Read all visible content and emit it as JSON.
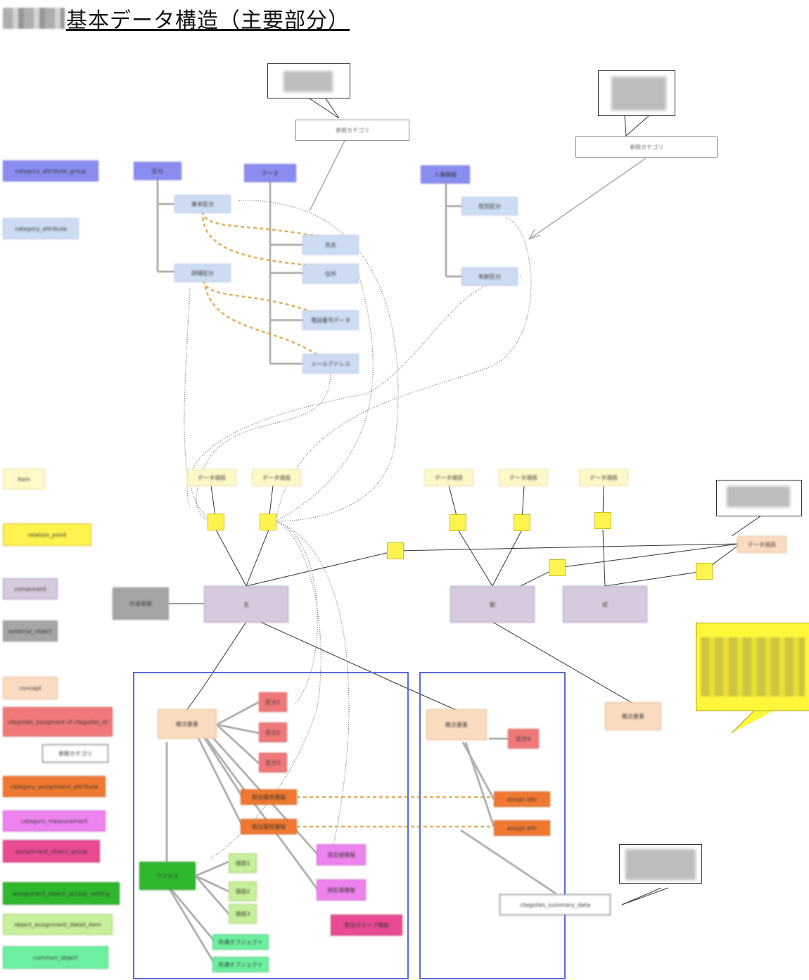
{
  "title": "基本データ構造（主要部分）",
  "colors": {
    "blue": "#8a8cf0",
    "light_blue": "#cddcf2",
    "light_yellow": "#fff9c8",
    "yellow": "#fff350",
    "purple": "#d6cade",
    "gray": "#a5a5a5",
    "peach": "#fcdcc0",
    "red": "#f07878",
    "orange": "#f07830",
    "violet": "#ee82ee",
    "pink": "#ea4a92",
    "green": "#2eb82e",
    "light_green": "#c8f09a",
    "mint": "#6cf0a0",
    "frame": "#5a68e0",
    "sticky": "#fff73a"
  },
  "legend": [
    {
      "label": "category_attribute_group",
      "color": "blue"
    },
    {
      "label": "category_attribute",
      "color": "light_blue"
    },
    {
      "label": "item",
      "color": "light_yellow"
    },
    {
      "label": "relation_point",
      "color": "yellow"
    },
    {
      "label": "component",
      "color": "purple"
    },
    {
      "label": "external_object",
      "color": "gray"
    },
    {
      "label": "concept",
      "color": "peach"
    },
    {
      "label": "ctegolies_assigment of ctegolies_id",
      "color": "red"
    },
    {
      "label": "category_assignment_attribute",
      "color": "orange"
    },
    {
      "label": "category_measurement",
      "color": "violet"
    },
    {
      "label": "assignment_object_group",
      "color": "pink"
    },
    {
      "label": "assignment_object_access_setting",
      "color": "green"
    },
    {
      "label": "object_assignment_detail_item",
      "color": "light_green"
    },
    {
      "label": "common_object",
      "color": "mint"
    }
  ],
  "legend_note": "参照カテゴリ",
  "diagram": {
    "groups": [
      "区分",
      "データ",
      "人事情報"
    ],
    "category_attributes": [
      "基本区分",
      "詳細区分",
      "氏名",
      "住所",
      "電話番号データ",
      "メールアドレス",
      "性別区分",
      "年齢区分"
    ],
    "items": [
      "データ項目",
      "データ項目",
      "データ項目",
      "データ項目",
      "データ項目"
    ],
    "item_right": "データ項目",
    "components": [
      "主",
      "副",
      "従"
    ],
    "external": "外部参照",
    "concepts": [
      "概念要素",
      "概念要素",
      "概念要素"
    ],
    "ctegolies": [
      "区分1",
      "区分2",
      "区分3",
      "区分4"
    ],
    "assignments": [
      "割当属性情報",
      "割当属性情報",
      "assign attr",
      "assign attr"
    ],
    "measures": [
      "測定値情報",
      "測定値情報"
    ],
    "pink_node": "割当グループ情報",
    "green_node": "アクセス",
    "lightgreen_nodes": [
      "項目1",
      "項目2",
      "項目3"
    ],
    "mint_nodes": [
      "共通オブジェクト",
      "共通オブジェクト"
    ],
    "right_note": "ctegolies_summary_data"
  }
}
